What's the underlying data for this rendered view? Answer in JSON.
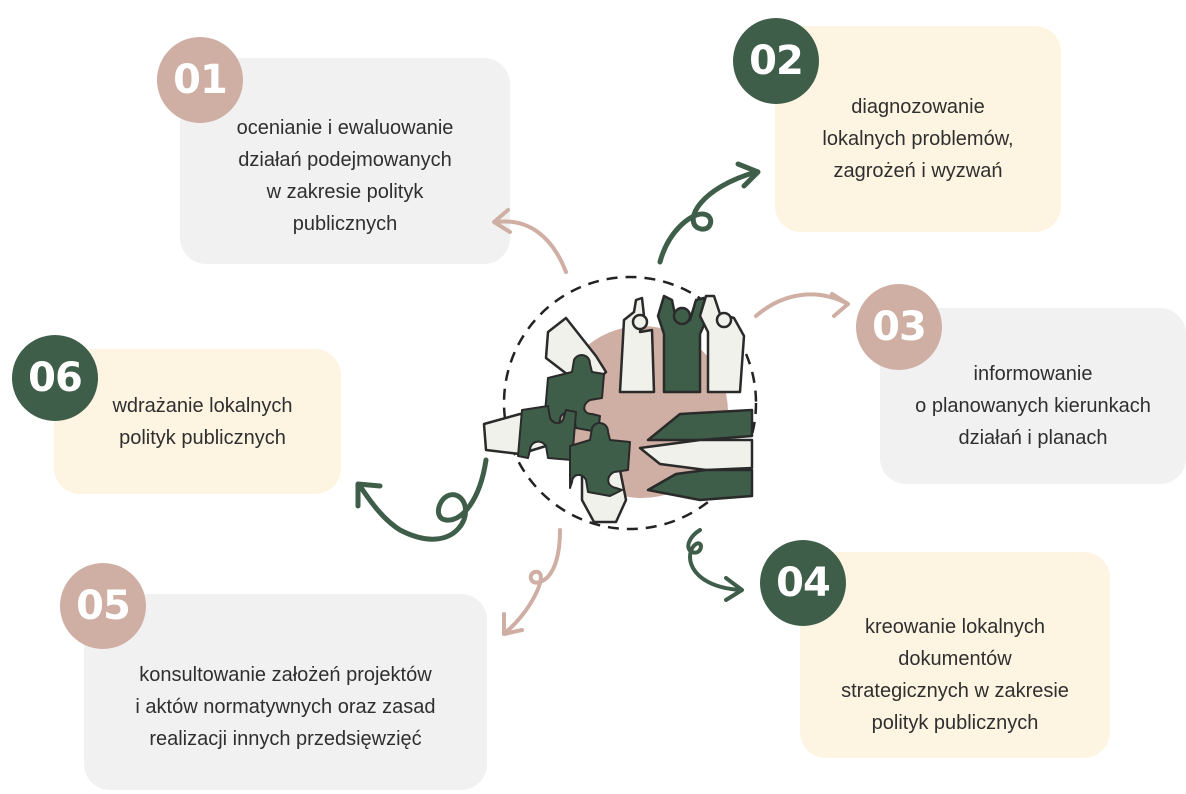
{
  "steps": [
    {
      "number": "01",
      "text": "ocenianie i ewaluowanie\ndziałań podejmowanych\nw zakresie polityk\npublicznych"
    },
    {
      "number": "02",
      "text": "diagnozowanie\nlokalnych problemów,\nzagrożeń i wyzwań"
    },
    {
      "number": "03",
      "text": "informowanie\no planowanych kierunkach\ndziałań i planach"
    },
    {
      "number": "04",
      "text": "kreowanie lokalnych\ndokumentów\nstrategicznych w zakresie\npolityk publicznych"
    },
    {
      "number": "05",
      "text": "konsultowanie założeń projektów\ni aktów normatywnych oraz zasad\nrealizacji innych przedsięwzięć"
    },
    {
      "number": "06",
      "text": "wdrażanie lokalnych\npolityk publicznych"
    }
  ],
  "colors": {
    "green": "#3e5e4a",
    "pink": "#cfaea3",
    "grey_card": "#f1f1f1",
    "cream_card": "#fdf5e2"
  },
  "center_icon": "teamwork-hands-puzzle-icon"
}
